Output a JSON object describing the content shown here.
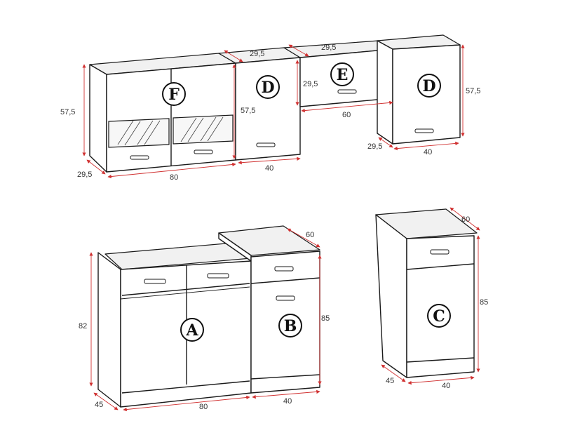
{
  "module_labels": {
    "A": "A",
    "B": "B",
    "C": "C",
    "D_left": "D",
    "D_right": "D",
    "E": "E",
    "F": "F"
  },
  "dimensions": {
    "f_depth": "29,5",
    "f_height": "57,5",
    "f_width": "80",
    "d1_height": "57,5",
    "d1_depth": "29,5",
    "d1_width": "40",
    "e_depth": "29,5",
    "e_height": "29,5",
    "e_width": "60",
    "d2_height": "57,5",
    "d2_depth": "29,5",
    "d2_width": "40",
    "a_height": "82",
    "a_depth": "45",
    "a_width": "80",
    "b_height": "85",
    "b_depth": "60",
    "b_width": "40",
    "c_height": "85",
    "c_depth": "60",
    "c_width_depth": "45",
    "c_width": "40"
  },
  "colors": {
    "dimension_line": "#d03030",
    "outline": "#1a1a1a"
  }
}
